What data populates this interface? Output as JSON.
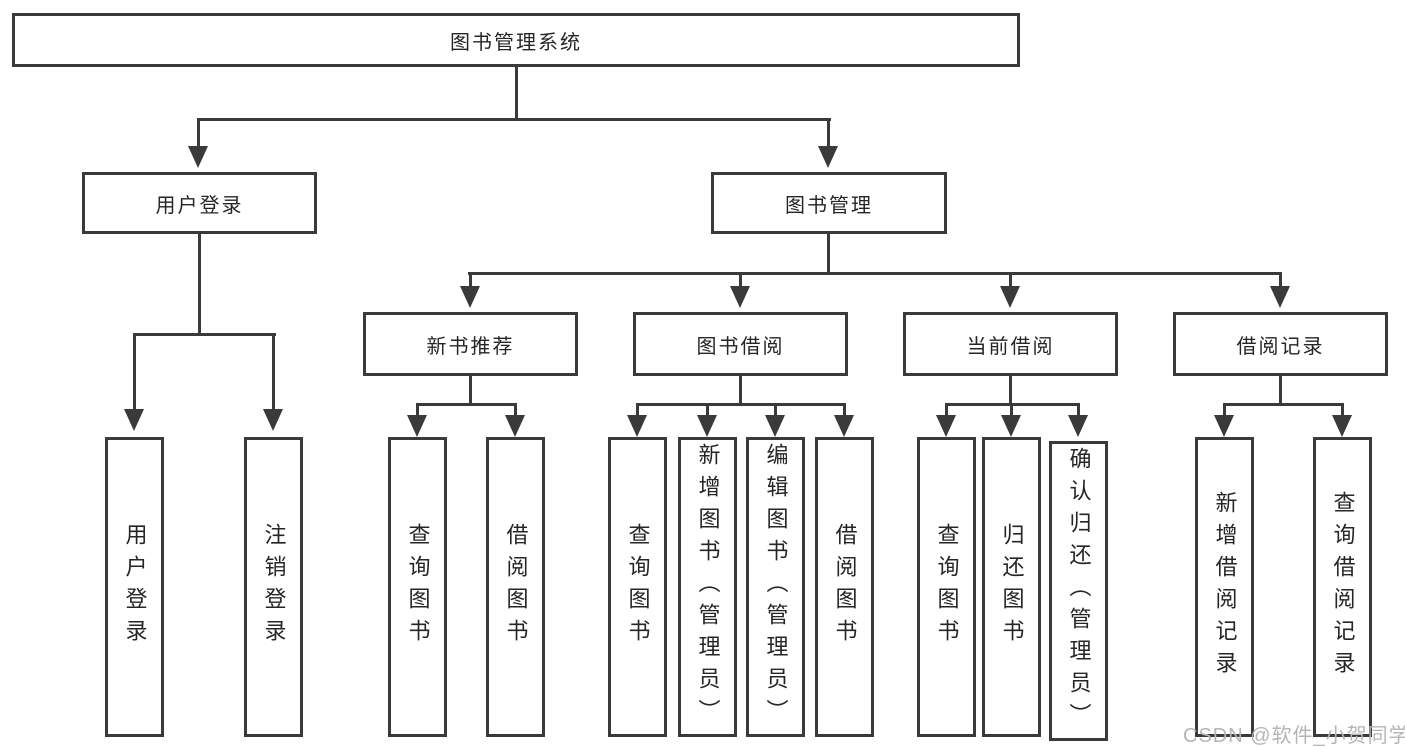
{
  "diagram": {
    "root": {
      "label": "图书管理系统"
    },
    "branches": [
      {
        "label": "用户登录",
        "children": [
          {
            "label": "用户登录"
          },
          {
            "label": "注销登录"
          }
        ]
      },
      {
        "label": "图书管理",
        "children": [
          {
            "label": "新书推荐",
            "children": [
              {
                "label": "查询图书"
              },
              {
                "label": "借阅图书"
              }
            ]
          },
          {
            "label": "图书借阅",
            "children": [
              {
                "label": "查询图书"
              },
              {
                "label": "新增图书（管理员）"
              },
              {
                "label": "编辑图书（管理员）"
              },
              {
                "label": "借阅图书"
              }
            ]
          },
          {
            "label": "当前借阅",
            "children": [
              {
                "label": "查询图书"
              },
              {
                "label": "归还图书"
              },
              {
                "label": "确认归还（管理员）"
              }
            ]
          },
          {
            "label": "借阅记录",
            "children": [
              {
                "label": "新增借阅记录"
              },
              {
                "label": "查询借阅记录"
              }
            ]
          }
        ]
      }
    ],
    "watermark": "CSDN @软件_小贺同学",
    "colors": {
      "line": "#3a3a3a",
      "text": "#262626",
      "watermark": "#b5b5b5",
      "background": "#ffffff"
    }
  }
}
